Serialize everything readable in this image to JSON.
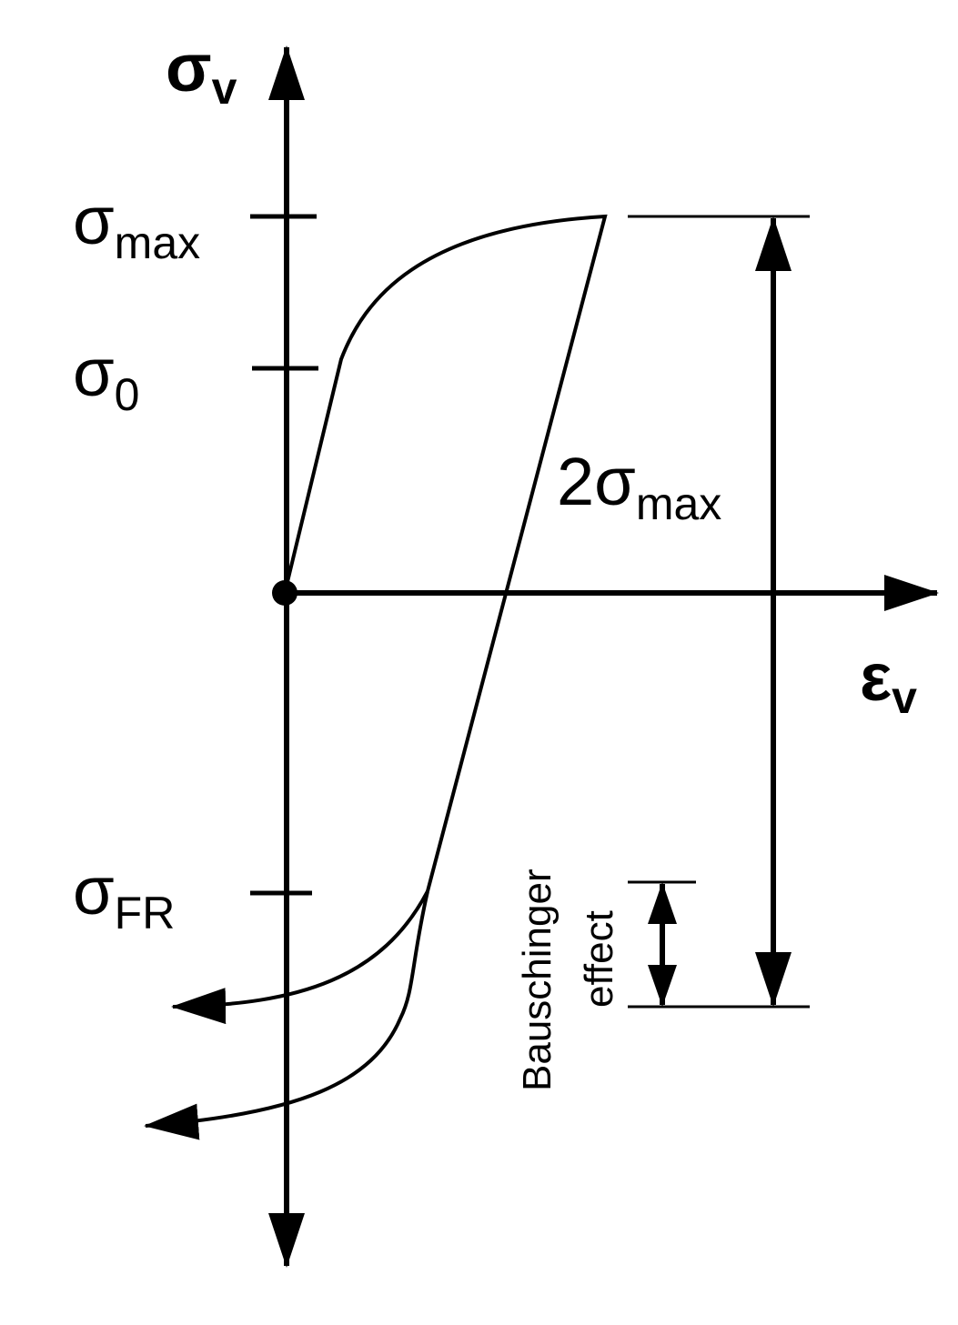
{
  "axes": {
    "y_symbol": "σ",
    "y_subscript": "v",
    "x_symbol": "ε",
    "x_subscript": "v"
  },
  "levels": {
    "sigma_max": {
      "symbol": "σ",
      "subscript": "max"
    },
    "sigma_0": {
      "symbol": "σ",
      "subscript": "0"
    },
    "sigma_fr": {
      "symbol": "σ",
      "subscript": "FR"
    }
  },
  "range_label": {
    "prefix": "2",
    "symbol": "σ",
    "subscript": "max"
  },
  "annotation": {
    "line1": "Bauschinger",
    "line2": "effect"
  },
  "colors": {
    "ink": "#000000",
    "background": "#ffffff"
  }
}
